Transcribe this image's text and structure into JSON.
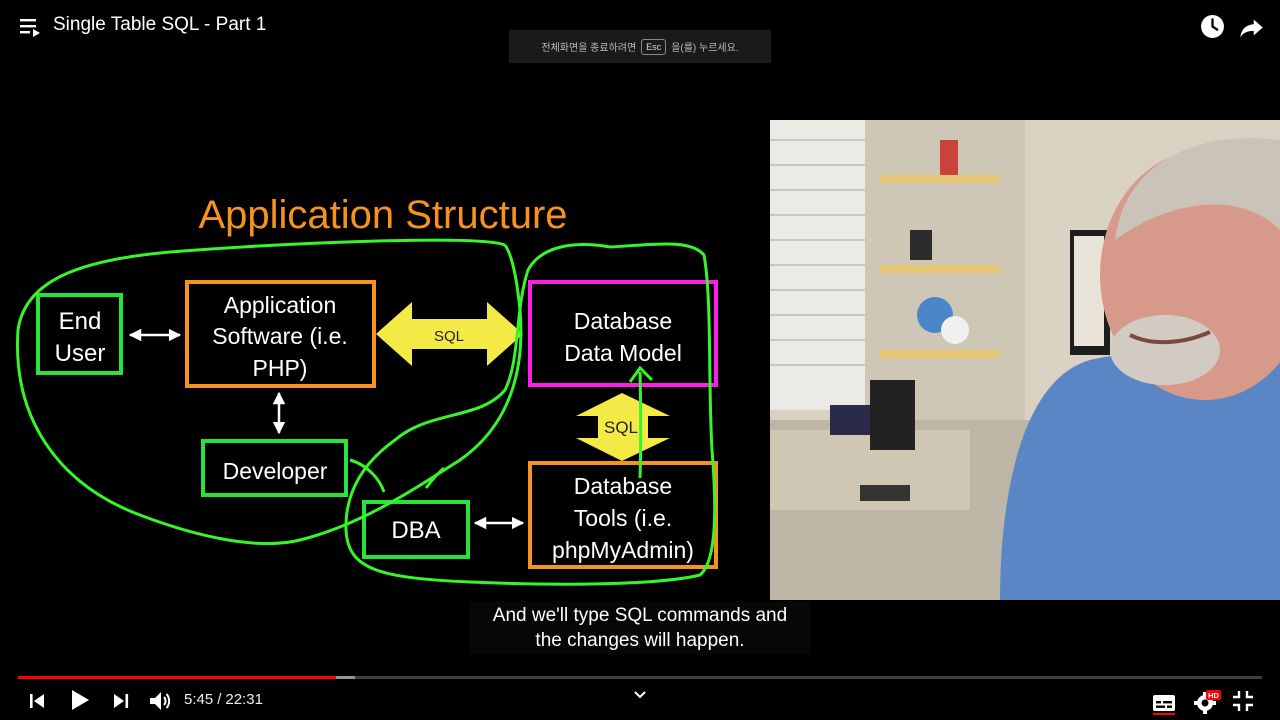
{
  "player": {
    "title": "Single Table SQL - Part 1",
    "esc_notice_before": "전체화면을 종료하려면",
    "esc_key": "Esc",
    "esc_notice_after": "을(를) 누르세요.",
    "caption_line1": "And we'll type SQL commands and",
    "caption_line2": "the changes will happen.",
    "current_time": "5:45",
    "time_separator": "/",
    "duration": "22:31",
    "played_fraction": 0.256,
    "buffered_fraction": 0.271,
    "hd_badge": "HD",
    "accent_color": "#ff0000"
  },
  "slide": {
    "heading": "Application Structure",
    "boxes": {
      "end_user": [
        "End",
        "User"
      ],
      "app_software": [
        "Application",
        "Software (i.e.",
        "PHP)"
      ],
      "db_model": [
        "Database",
        "Data Model"
      ],
      "developer": "Developer",
      "dba": "DBA",
      "db_tools": [
        "Database",
        "Tools (i.e.",
        "phpMyAdmin)"
      ]
    },
    "sql_label_top": "SQL",
    "sql_label_mid": "SQL",
    "colors": {
      "heading": "#f5931e",
      "box_green": "#27e33a",
      "box_orange": "#f5931e",
      "box_magenta": "#ff1ee6",
      "arrow_yellow": "#f4ea45",
      "annotation_green": "#36f52a"
    }
  },
  "icons": {
    "menu": "playlist-icon",
    "clock": "watch-later-icon",
    "share": "share-icon",
    "prev": "previous-icon",
    "play": "play-icon",
    "next": "next-icon",
    "volume": "volume-icon",
    "chevron": "chevron-down-icon",
    "subtitles": "subtitles-icon",
    "settings": "settings-icon",
    "exit_fullscreen": "exit-fullscreen-icon"
  }
}
